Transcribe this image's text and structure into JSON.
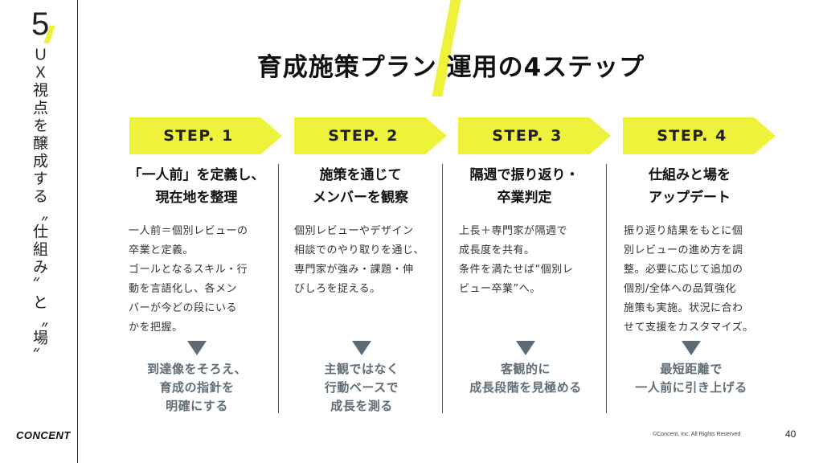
{
  "sidebar": {
    "section_number": "5",
    "section_title": "ＵＸ視点を醸成する〝仕組み〟と〝場〟",
    "brand": "CONCENT"
  },
  "slide": {
    "title": "育成施策プラン 運用の4ステップ",
    "accent_color": "#eef23a",
    "result_color": "#5f6e77"
  },
  "steps": [
    {
      "label": "STEP. 1",
      "heading": [
        "「一人前」を定義し、",
        "現在地を整理"
      ],
      "body": [
        "一人前＝個別レビューの",
        "卒業と定義。",
        "ゴールとなるスキル・行",
        "動を言語化し、各メン",
        "バーが今どの段にいる",
        "かを把握。"
      ],
      "result": [
        "到達像をそろえ、",
        "育成の指針を",
        "明確にする"
      ]
    },
    {
      "label": "STEP. 2",
      "heading": [
        "施策を通じて",
        "メンバーを観察"
      ],
      "body": [
        "個別レビューやデザイン",
        "相談でのやり取りを通じ、",
        "専門家が強み・課題・伸",
        "びしろを捉える。"
      ],
      "result": [
        "主観ではなく",
        "行動ベースで",
        "成長を測る"
      ]
    },
    {
      "label": "STEP. 3",
      "heading": [
        "隔週で振り返り・",
        "卒業判定"
      ],
      "body": [
        "上長＋専門家が隔週で",
        "成長度を共有。",
        "条件を満たせば“個別レ",
        "ビュー卒業”へ。"
      ],
      "result": [
        "客観的に",
        "成長段階を見極める"
      ]
    },
    {
      "label": "STEP. 4",
      "heading": [
        "仕組みと場を",
        "アップデート"
      ],
      "body": [
        "振り返り結果をもとに個",
        "別レビューの進め方を調",
        "整。必要に応じて追加の",
        "個別/全体への品質強化",
        "施策も実施。状況に合わ",
        "せて支援をカスタマイズ。"
      ],
      "result": [
        "最短距離で",
        "一人前に引き上げる"
      ]
    }
  ],
  "footer": {
    "copyright": "©Concent, Inc. All Rights Reserved",
    "page_number": "40"
  }
}
